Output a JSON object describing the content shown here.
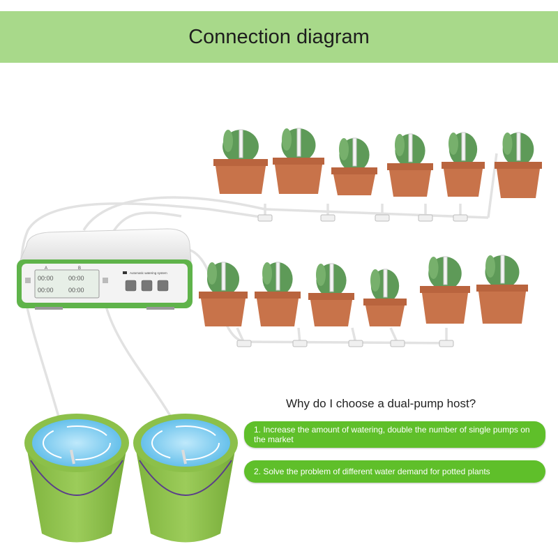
{
  "header": {
    "title": "Connection diagram"
  },
  "device": {
    "channel_a": "A",
    "channel_b": "B",
    "name": "Automatic watering system",
    "display_a": [
      "00:00",
      "00:00"
    ],
    "display_b": [
      "00:00",
      "00:00"
    ]
  },
  "info": {
    "question": "Why do I choose a dual-pump host?",
    "reasons": [
      "1. Increase the amount of watering, double the number of single pumps on the market",
      "2. Solve the problem of different water demand for potted plants"
    ]
  },
  "colors": {
    "banner": "#a8d98a",
    "accent_green": "#5fbf2a",
    "bucket_green": "#8cc04a",
    "water_blue": "#6cc6ee",
    "pot_terracotta": "#c8734a",
    "cactus_green": "#5e9a58"
  }
}
